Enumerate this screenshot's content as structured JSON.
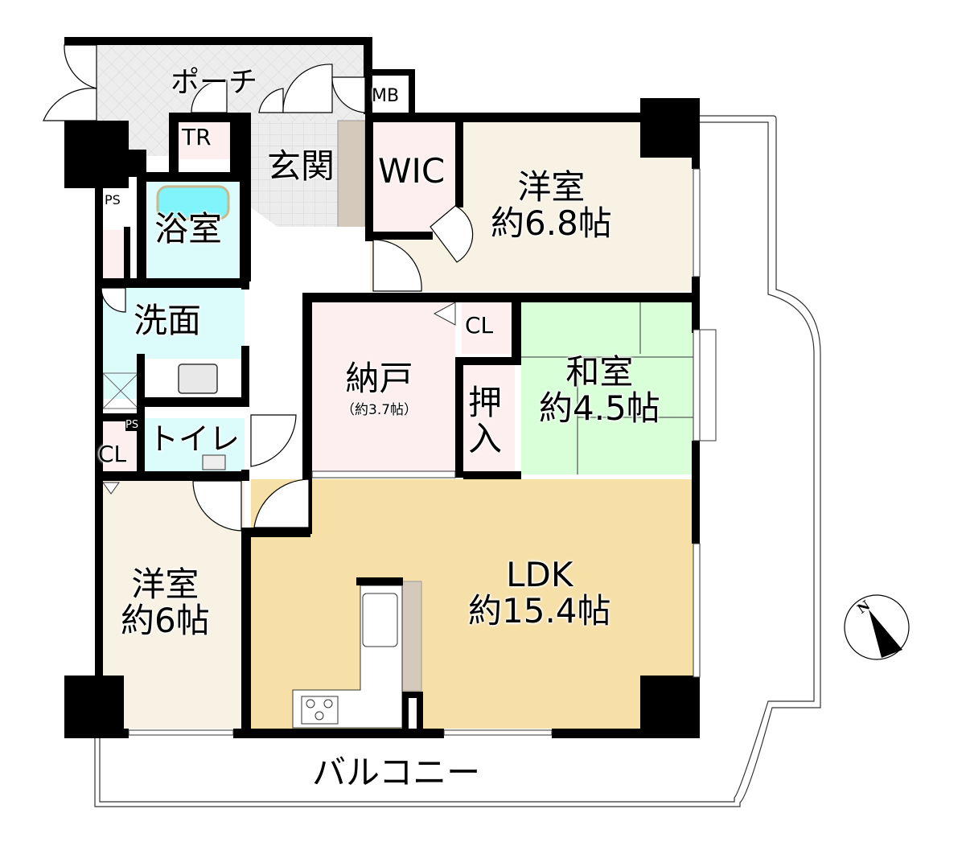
{
  "plan": {
    "type": "floor-plan",
    "layout": "3LDK + storage (納戸)",
    "colors": {
      "wall": "#000000",
      "western_room": "#f8f2e4",
      "ldk": "#f6e0a8",
      "japanese_room": "#d8ffd8",
      "storage_pink": "#fdeff0",
      "water_area": "#dcfcfc",
      "entrance_tile": "#eaeaea",
      "shoe_cabinet": "#d4c9bb",
      "porch": "#ececec",
      "bathtub": "#7ff4fb"
    }
  },
  "rooms": {
    "porch": {
      "label": "ポーチ"
    },
    "mb": {
      "label": "MB"
    },
    "tr": {
      "label": "TR"
    },
    "entrance": {
      "label": "玄関"
    },
    "wic": {
      "label": "WIC"
    },
    "western1": {
      "name": "洋室",
      "size": "約6.8帖"
    },
    "bath": {
      "label": "浴室"
    },
    "ps_top": {
      "label": "PS"
    },
    "washroom": {
      "label": "洗面"
    },
    "storage": {
      "name": "納戸",
      "size": "（約3.7帖）"
    },
    "cl_upper": {
      "label": "CL"
    },
    "oshiire": {
      "line1": "押",
      "line2": "入"
    },
    "japanese": {
      "name": "和室",
      "size": "約4.5帖"
    },
    "toilet": {
      "label": "トイレ"
    },
    "ps_small": {
      "label": "PS"
    },
    "cl_lower": {
      "label": "CL"
    },
    "western2": {
      "name": "洋室",
      "size": "約6帖"
    },
    "ldk": {
      "name": "LDK",
      "size": "約15.4帖"
    },
    "balcony": {
      "label": "バルコニー"
    }
  },
  "compass": {
    "label": "N",
    "icon": "north-arrow-icon"
  }
}
